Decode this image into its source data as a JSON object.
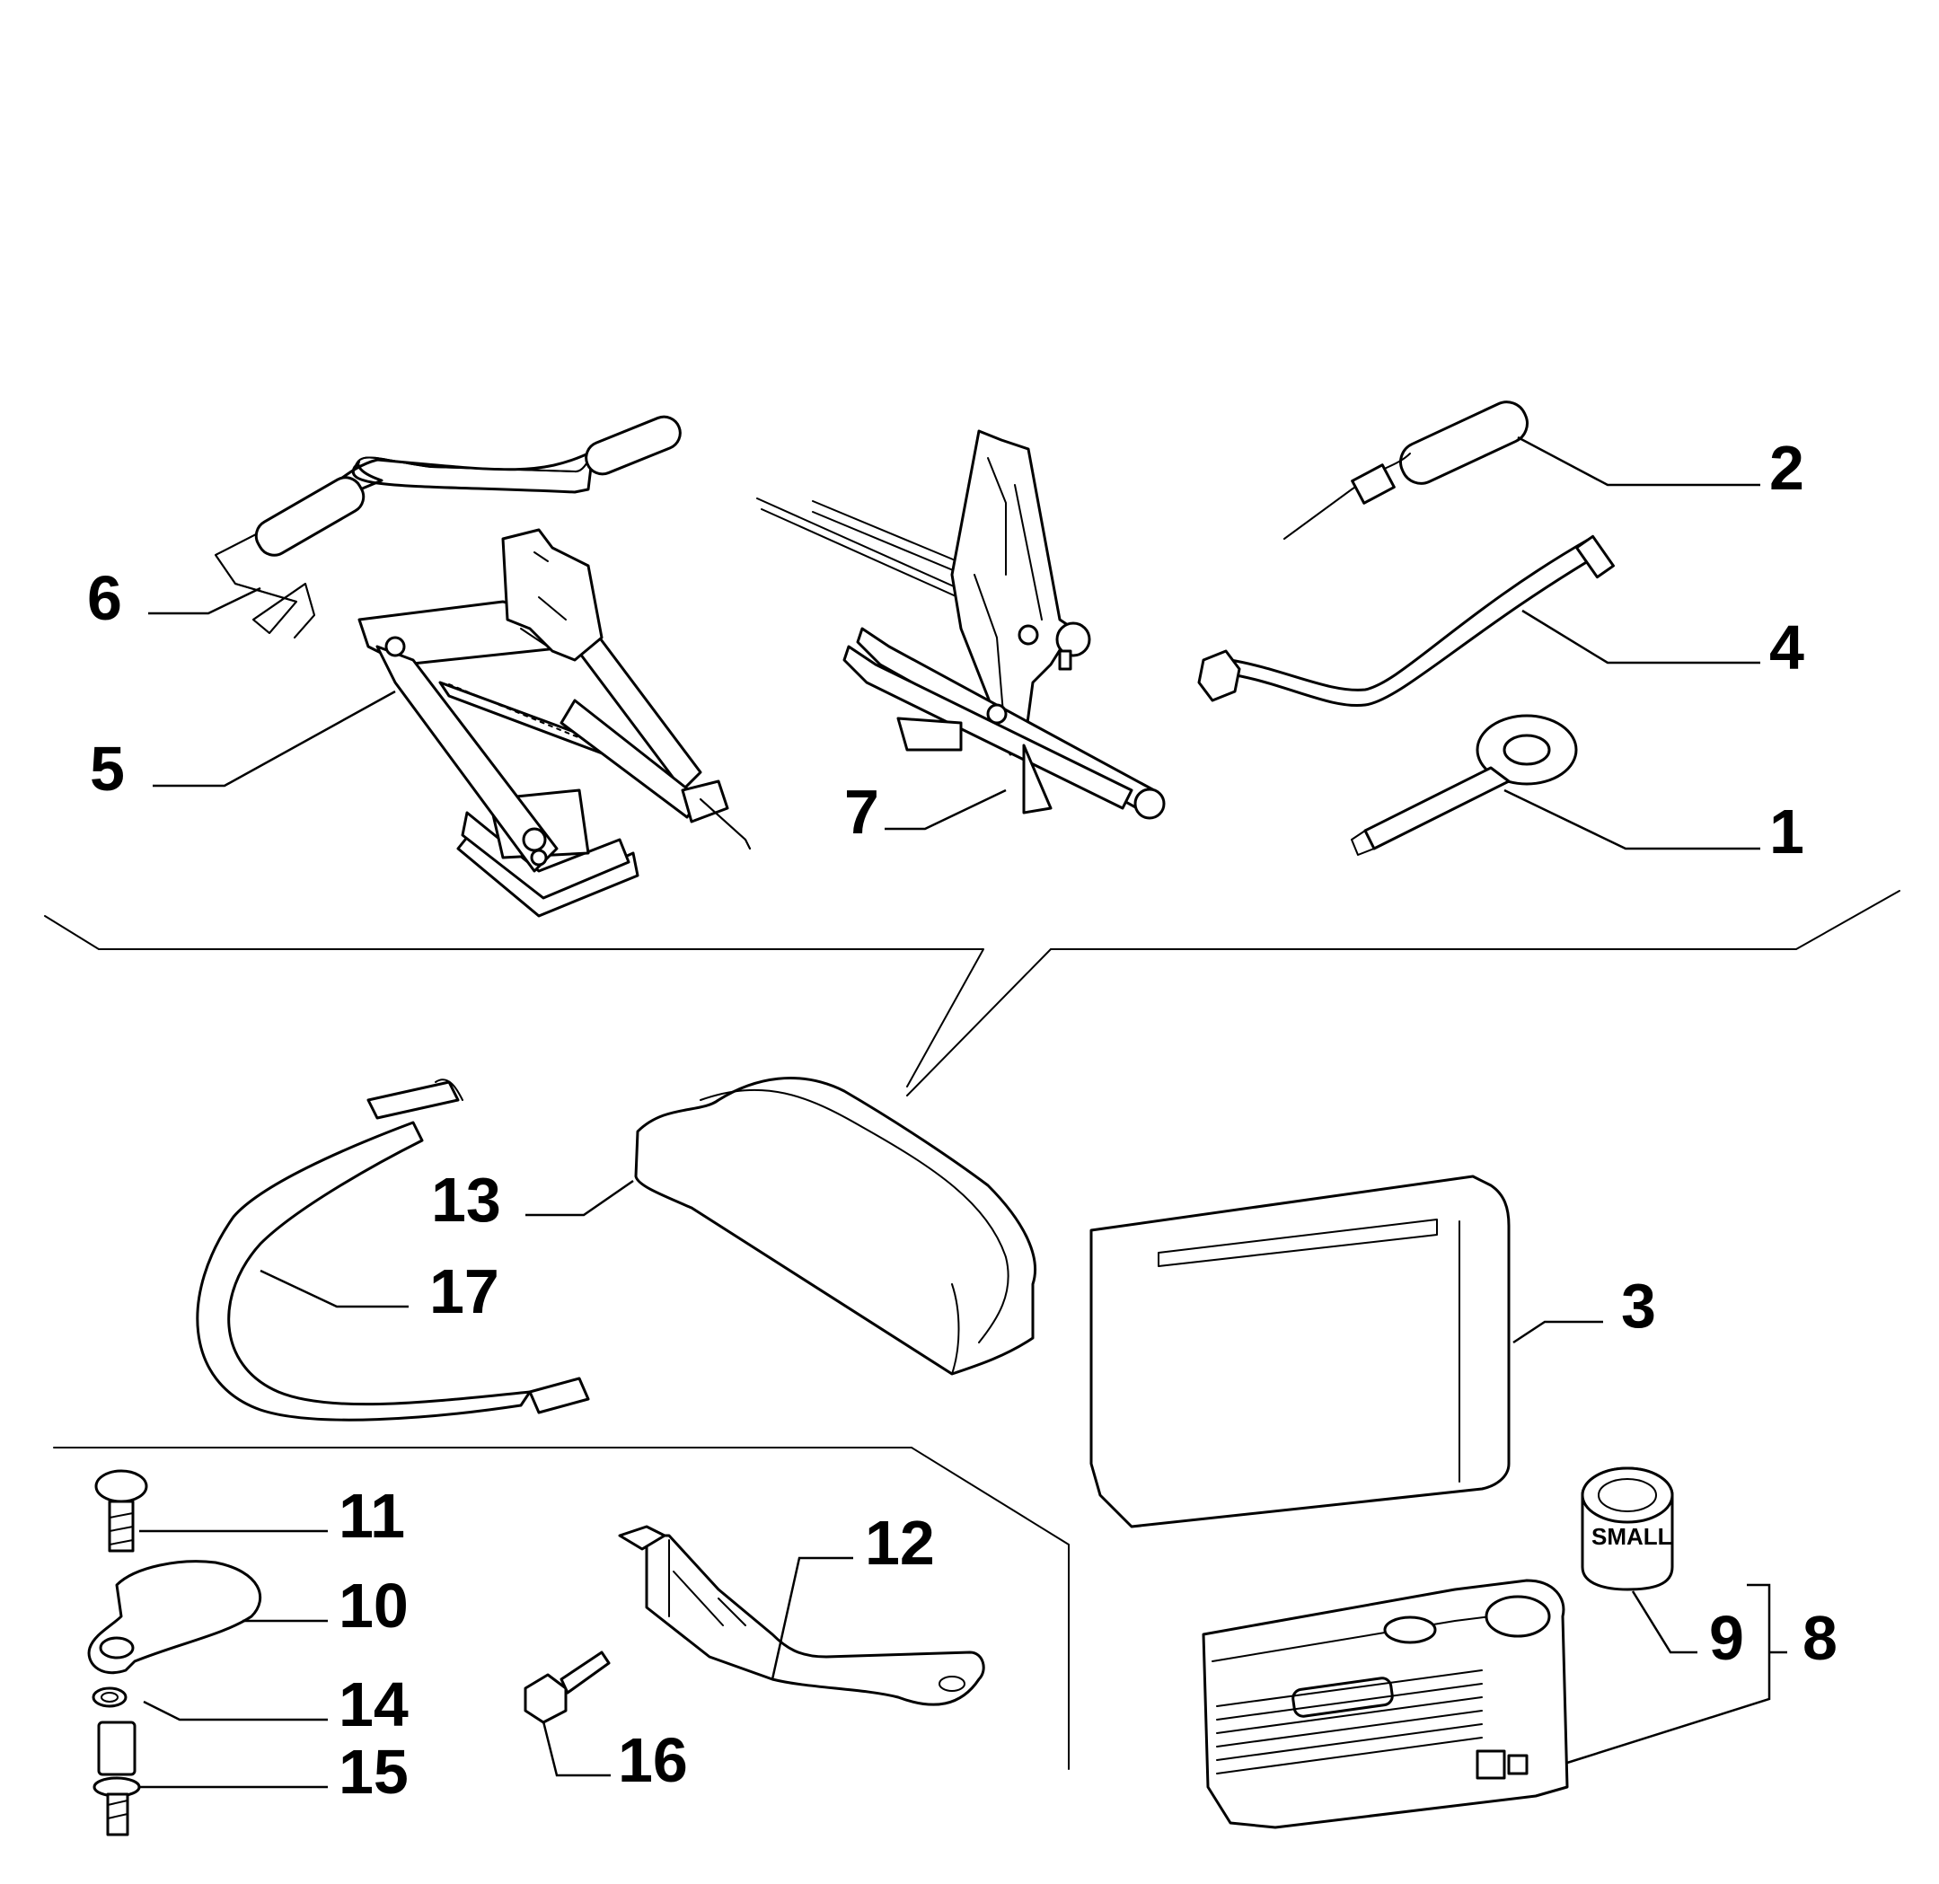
{
  "callouts": {
    "c1": "1",
    "c2": "2",
    "c3": "3",
    "c4": "4",
    "c5": "5",
    "c6": "6",
    "c7": "7",
    "c8": "8",
    "c9": "9",
    "c10": "10",
    "c11": "11",
    "c12": "12",
    "c13": "13",
    "c14": "14",
    "c15": "15",
    "c16": "16",
    "c17": "17"
  },
  "labels": {
    "can": "SMALL"
  }
}
